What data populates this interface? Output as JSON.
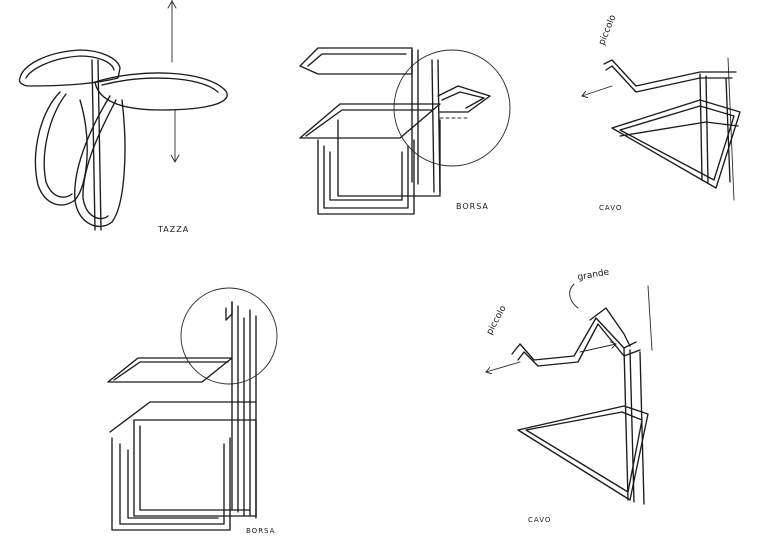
{
  "labels": {
    "sketch1": "TAZZA",
    "sketch2": "BORSA",
    "sketch3": "CAVO",
    "sketch4": "BORSA",
    "sketch5": "CAVO"
  },
  "notes": {
    "sketch3_small": "piccolo",
    "sketch5_small": "piccolo",
    "sketch5_large": "grande"
  }
}
